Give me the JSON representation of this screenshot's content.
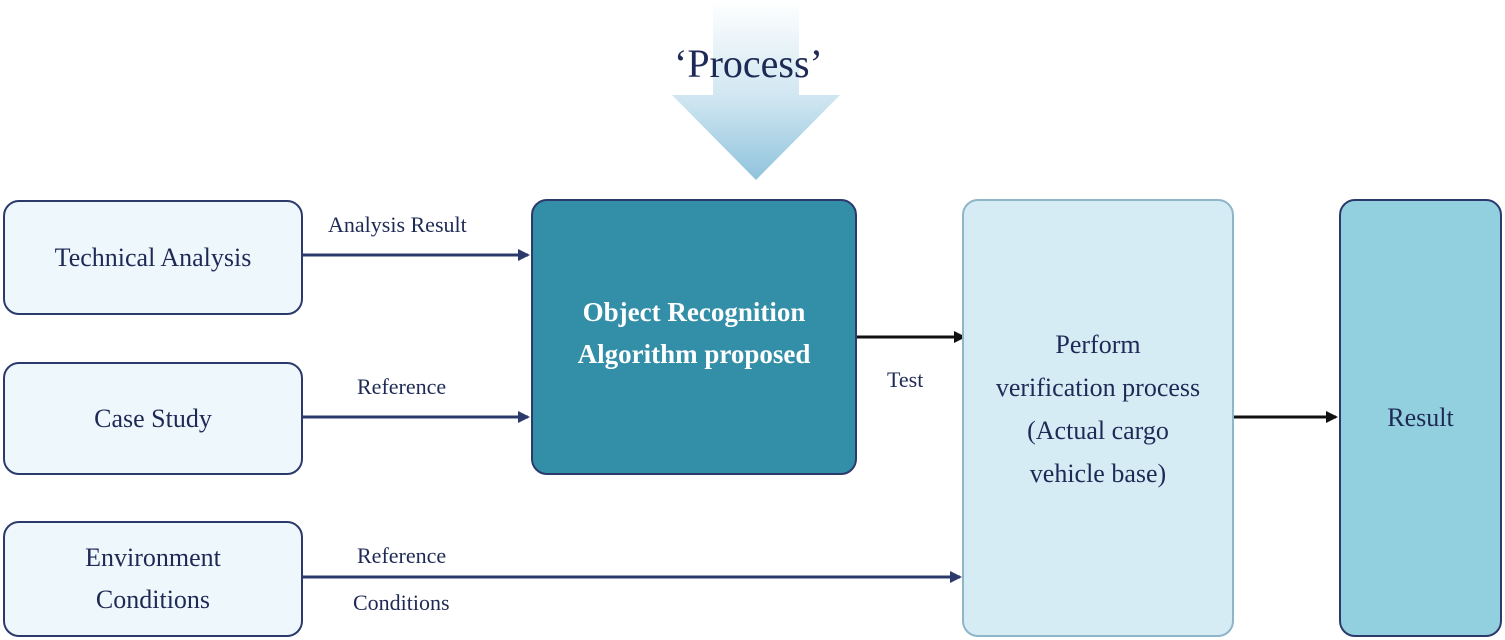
{
  "title": "‘Process’",
  "boxes": {
    "technical_analysis": "Technical Analysis",
    "case_study": "Case Study",
    "environment_conditions": "Environment\nConditions",
    "algorithm": "Object Recognition\nAlgorithm proposed",
    "verification": "Perform\nverification process\n(Actual cargo\nvehicle base)",
    "result": "Result"
  },
  "edge_labels": {
    "analysis_result": "Analysis Result",
    "reference_1": "Reference",
    "reference_2": "Reference",
    "conditions": "Conditions",
    "test": "Test"
  },
  "colors": {
    "input_fill": "#eef7fc",
    "algorithm_fill": "#338ea8",
    "verification_fill": "#d5ecf5",
    "result_fill": "#92cfdf",
    "arrow": "#2b3a6b",
    "process_arrow": "#a9d3e6"
  }
}
